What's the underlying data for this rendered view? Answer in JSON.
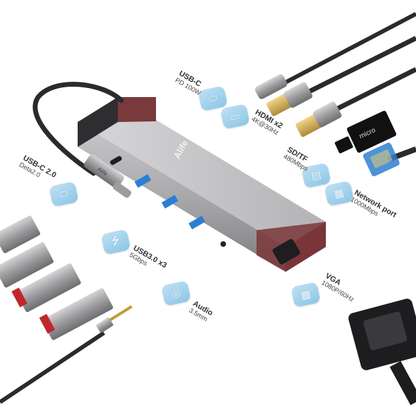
{
  "device": {
    "brand_text": "Alife"
  },
  "labels": {
    "usbc_pd": {
      "title": "USB-C",
      "sub": "PD 100W"
    },
    "hdmi": {
      "title": "HDMI x2",
      "sub": "4K@30Hz"
    },
    "sd_tf": {
      "title": "SD/TF",
      "sub": "480Mbps"
    },
    "usbc2": {
      "title": "USB-C 2.0",
      "sub": "Deta2.0"
    },
    "network": {
      "title": "Network port",
      "sub": "1000Mbps"
    },
    "usb30": {
      "title": "USB3.0 x3",
      "sub": "5Gbps"
    },
    "vga": {
      "title": "VGA",
      "sub": "1080P/60Hz"
    },
    "audio": {
      "title": "Audio",
      "sub": "3.5mm"
    }
  },
  "card": {
    "brand": "micro",
    "capacity": ""
  },
  "icons": {
    "usbc_pd": "usb-c-port-icon",
    "hdmi": "hdmi-port-icon",
    "sd_tf": "sd-card-icon",
    "usbc2": "usb-c-port-icon",
    "network": "ethernet-port-icon",
    "usb30": "usb-symbol-icon",
    "vga": "vga-port-icon",
    "audio": "audio-jack-icon"
  },
  "colors": {
    "badge": "#9fd0ec",
    "hub_body": "#9a9a9c",
    "hub_cap": "#7a3a3c",
    "usb_port": "#2a7fd4",
    "cable": "#2b2b2d"
  }
}
